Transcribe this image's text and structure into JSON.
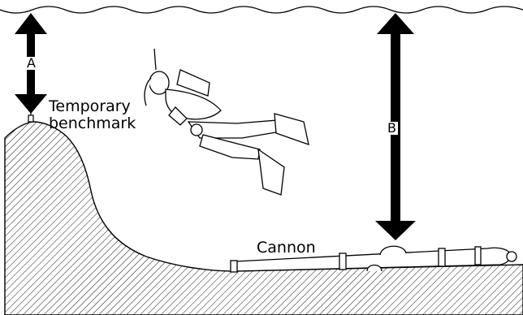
{
  "labels": {
    "a": "A",
    "b": "B",
    "benchmark_line1": "Temporary",
    "benchmark_line2": "benchmark",
    "cannon": "Cannon"
  },
  "colors": {
    "ink": "#000000",
    "background": "#ffffff"
  }
}
